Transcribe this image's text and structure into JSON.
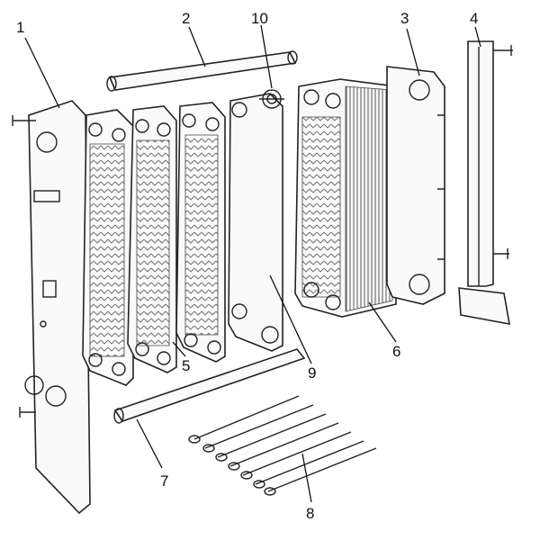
{
  "diagram": {
    "colors": {
      "stroke": "#222222",
      "pattern": "#666666",
      "background": "#ffffff"
    },
    "parts": [
      {
        "id": "1",
        "label": "1"
      },
      {
        "id": "2",
        "label": "2"
      },
      {
        "id": "3",
        "label": "3"
      },
      {
        "id": "4",
        "label": "4"
      },
      {
        "id": "5",
        "label": "5"
      },
      {
        "id": "6",
        "label": "6"
      },
      {
        "id": "7",
        "label": "7"
      },
      {
        "id": "8",
        "label": "8"
      },
      {
        "id": "9",
        "label": "9"
      },
      {
        "id": "10",
        "label": "10"
      }
    ]
  }
}
